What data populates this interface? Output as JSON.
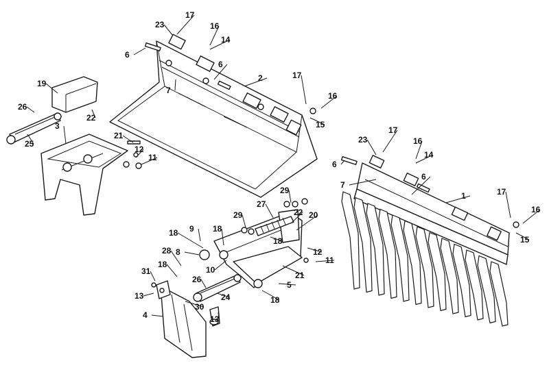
{
  "diagram": {
    "labels": [
      "1",
      "2",
      "3",
      "4",
      "5",
      "6",
      "7",
      "8",
      "9",
      "10",
      "11",
      "12",
      "13",
      "14",
      "15",
      "16",
      "17",
      "18",
      "19",
      "20",
      "21",
      "22",
      "23",
      "24",
      "25",
      "26",
      "27",
      "28",
      "29",
      "30",
      "31"
    ]
  },
  "callouts": [
    {
      "text": "17"
    },
    {
      "text": "23"
    },
    {
      "text": "16"
    },
    {
      "text": "14"
    },
    {
      "text": "6"
    },
    {
      "text": "6"
    },
    {
      "text": "2"
    },
    {
      "text": "7"
    },
    {
      "text": "17"
    },
    {
      "text": "16"
    },
    {
      "text": "15"
    },
    {
      "text": "19"
    },
    {
      "text": "26"
    },
    {
      "text": "22"
    },
    {
      "text": "3"
    },
    {
      "text": "25"
    },
    {
      "text": "21"
    },
    {
      "text": "12"
    },
    {
      "text": "11"
    },
    {
      "text": "17"
    },
    {
      "text": "23"
    },
    {
      "text": "16"
    },
    {
      "text": "14"
    },
    {
      "text": "6"
    },
    {
      "text": "6"
    },
    {
      "text": "7"
    },
    {
      "text": "1"
    },
    {
      "text": "17"
    },
    {
      "text": "16"
    },
    {
      "text": "15"
    },
    {
      "text": "29"
    },
    {
      "text": "27"
    },
    {
      "text": "22"
    },
    {
      "text": "20"
    },
    {
      "text": "29"
    },
    {
      "text": "9"
    },
    {
      "text": "18"
    },
    {
      "text": "18"
    },
    {
      "text": "18"
    },
    {
      "text": "8"
    },
    {
      "text": "28"
    },
    {
      "text": "12"
    },
    {
      "text": "11"
    },
    {
      "text": "18"
    },
    {
      "text": "10"
    },
    {
      "text": "21"
    },
    {
      "text": "31"
    },
    {
      "text": "26"
    },
    {
      "text": "5"
    },
    {
      "text": "13"
    },
    {
      "text": "24"
    },
    {
      "text": "18"
    },
    {
      "text": "30"
    },
    {
      "text": "4"
    },
    {
      "text": "13"
    }
  ]
}
